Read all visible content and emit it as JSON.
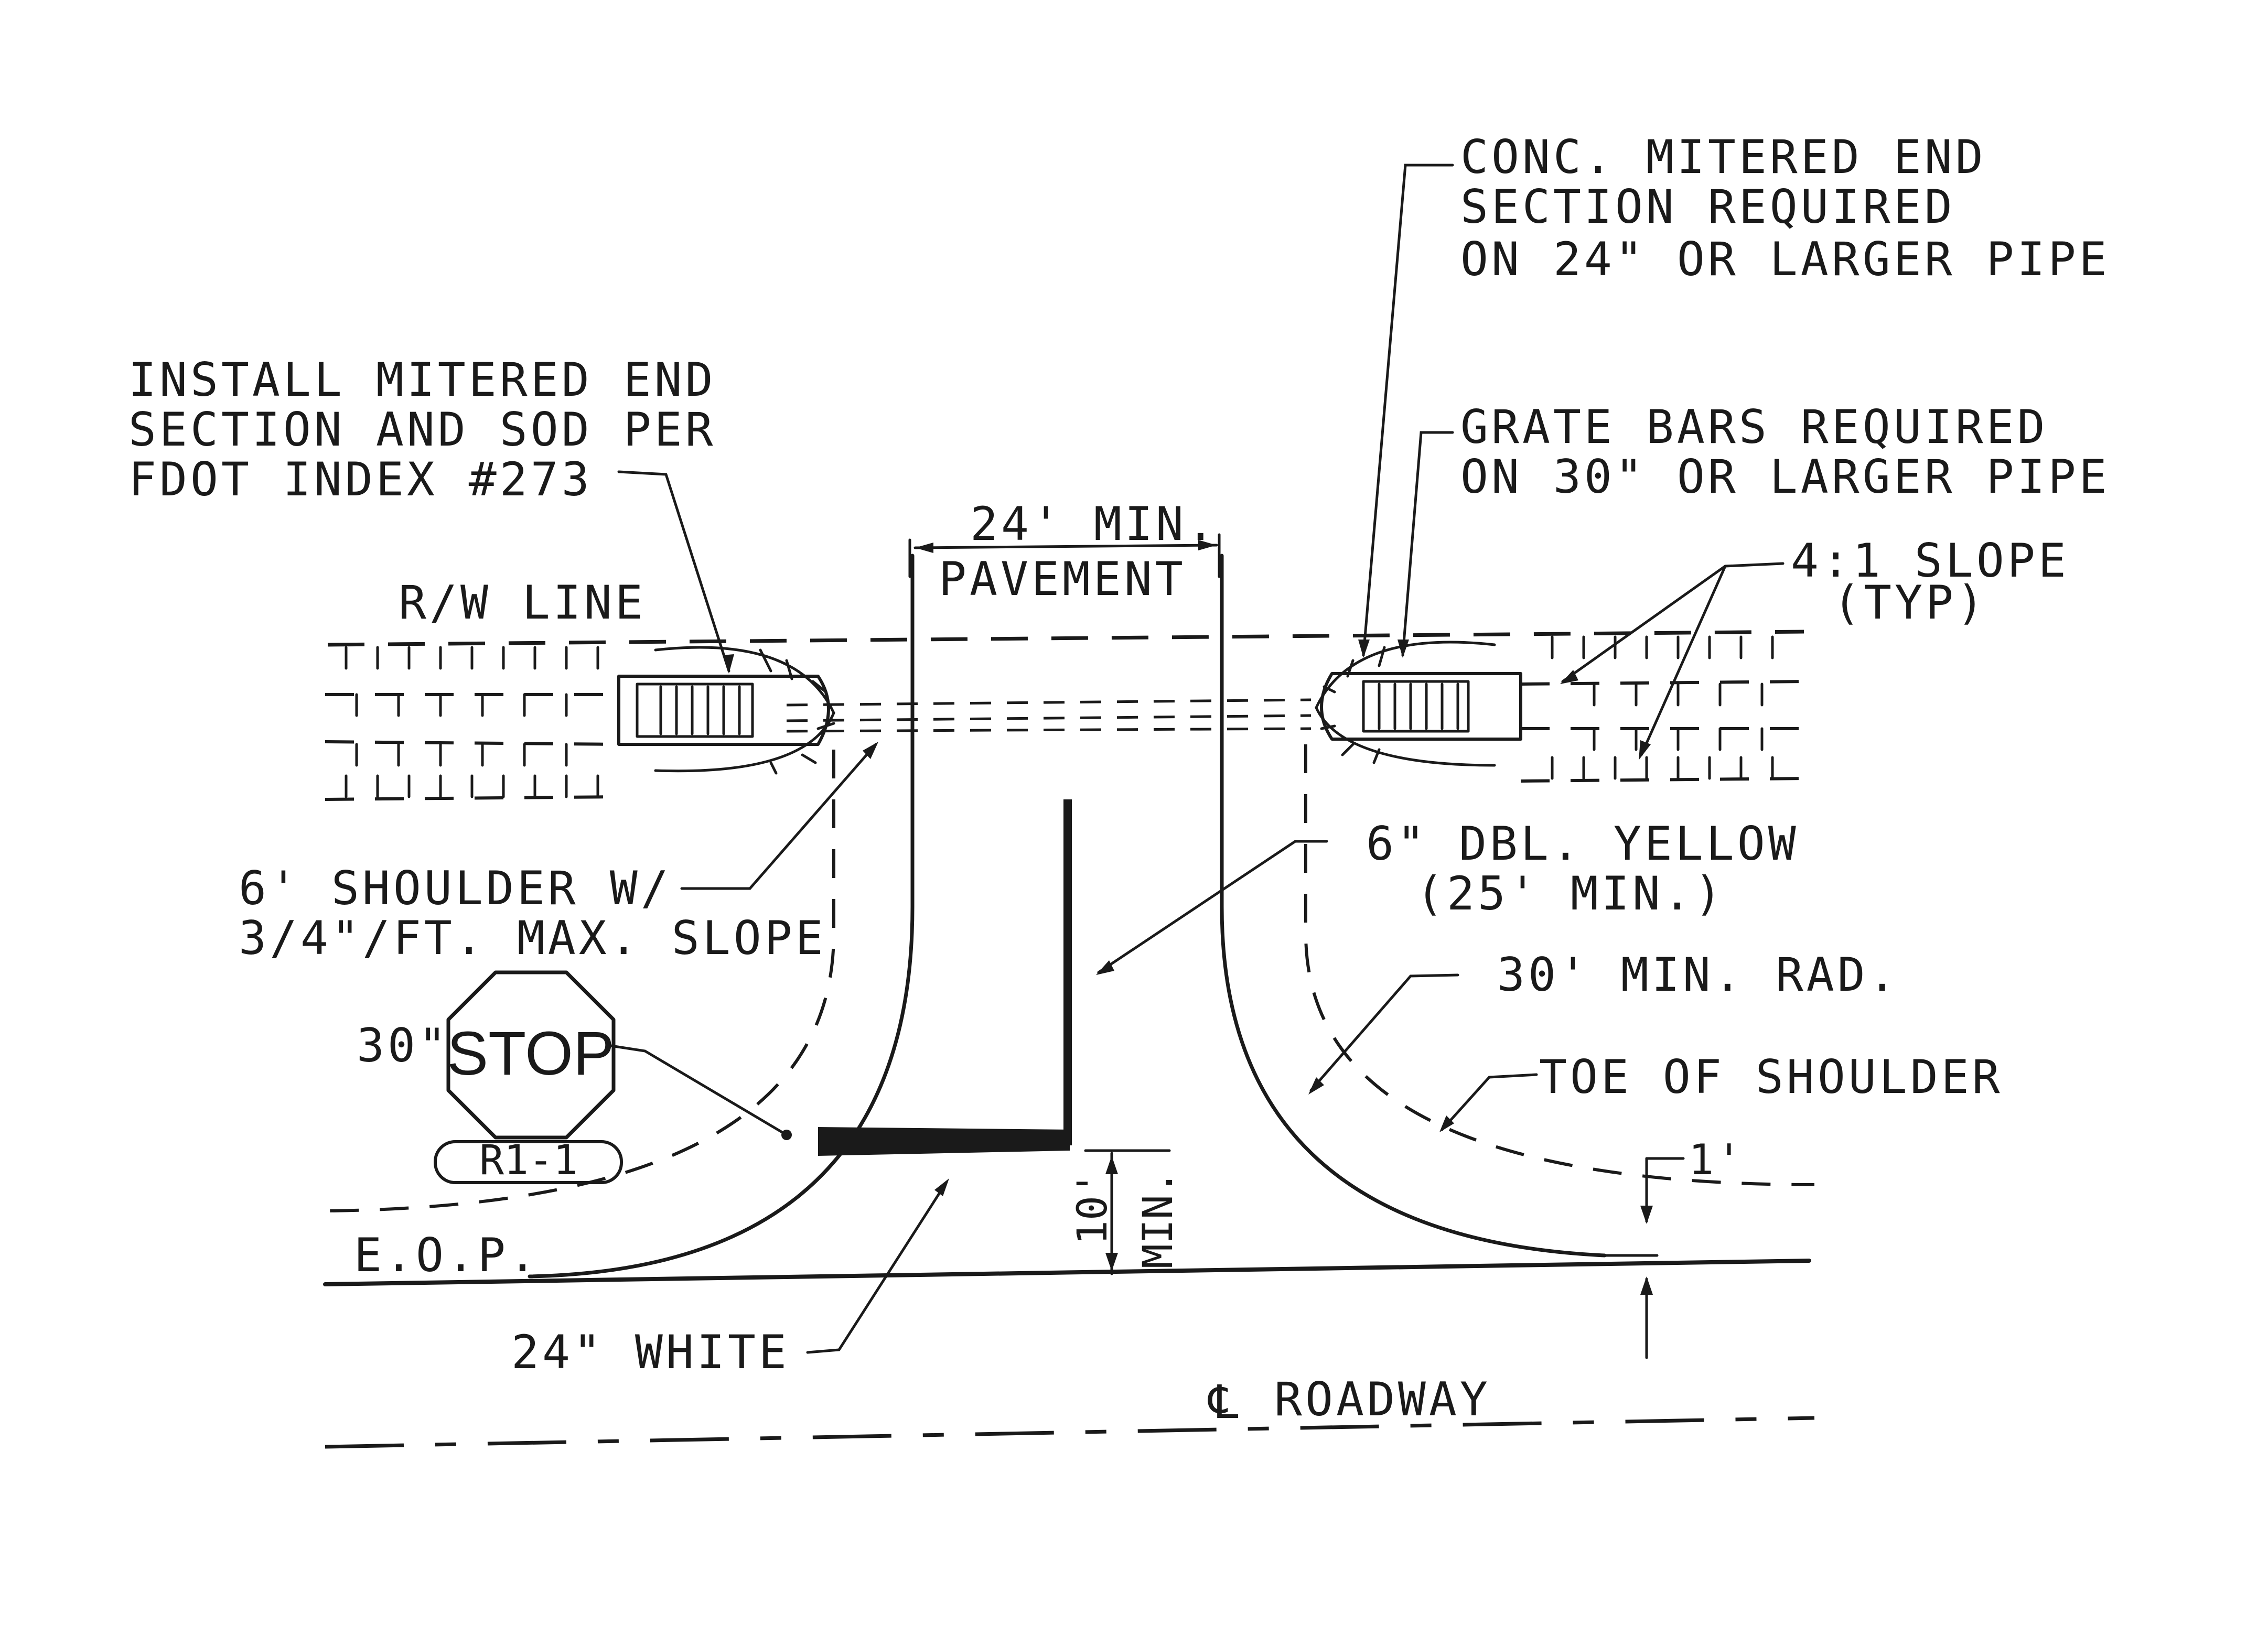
{
  "labels": {
    "install_line1": "INSTALL MITERED END",
    "install_line2": "SECTION AND SOD PER",
    "install_line3": "FDOT INDEX #273",
    "conc_line1": "CONC. MITERED END",
    "conc_line2": "SECTION REQUIRED",
    "conc_line3": "ON 24\" OR LARGER PIPE",
    "grate_line1": "GRATE BARS REQUIRED",
    "grate_line2": "ON 30\" OR LARGER PIPE",
    "pavement_line1": "24' MIN.",
    "pavement_line2": "PAVEMENT",
    "rw_line": "R/W LINE",
    "slope_line1": "4:1 SLOPE",
    "slope_line2": "(TYP)",
    "shoulder_line1": "6' SHOULDER W/",
    "shoulder_line2": "3/4\"/FT. MAX. SLOPE",
    "yellow_line1": "6\" DBL. YELLOW",
    "yellow_line2": "(25' MIN.)",
    "radius": "30' MIN. RAD.",
    "toe": "TOE OF SHOULDER",
    "stop_size": "30\"",
    "stop_sign": "STOP",
    "sign_code": "R1-1",
    "one_foot": "1'",
    "ten_min_a": "10'",
    "ten_min_b": "MIN.",
    "edp": "E.O.P.",
    "white": "24\" WHITE",
    "centerline": "ROADWAY",
    "centerline_symbol": "℄"
  },
  "colors": {
    "ink": "#1a1a1a",
    "paper": "#ffffff"
  }
}
